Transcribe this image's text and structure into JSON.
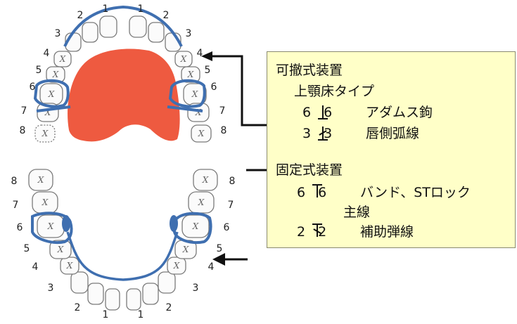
{
  "upper_arch": {
    "right_numbers": [
      "1",
      "2",
      "3",
      "4",
      "5",
      "6",
      "7",
      "8"
    ],
    "left_numbers": [
      "1",
      "2",
      "3",
      "4",
      "5",
      "6",
      "7",
      "8"
    ]
  },
  "lower_arch": {
    "right_numbers": [
      "1",
      "2",
      "3",
      "4",
      "5",
      "6",
      "7",
      "8"
    ],
    "left_numbers": [
      "1",
      "2",
      "3",
      "4",
      "5",
      "6",
      "7",
      "8"
    ]
  },
  "tooth_mark": "X",
  "colors": {
    "palate_plate": "#ee5a40",
    "wire": "#3f6fb0",
    "tooth_fill": "#fbfbfb",
    "tooth_outline": "#7a7a7a",
    "note_background": "#ffffc8",
    "arrow": "#111111"
  },
  "notes": {
    "removable": {
      "title": "可撤式装置",
      "subtitle": "上顎床タイプ",
      "item1_notation": "6 6",
      "item1_text": "アダムス鉤",
      "item2_notation": "3 3",
      "item2_text": "唇側弧線"
    },
    "fixed": {
      "title": "固定式装置",
      "item1_notation": "6 6",
      "item1_text": "バンド、STロック",
      "item1_text_cont": "主線",
      "item2_notation": "2 2",
      "item2_text": "補助弾線"
    }
  }
}
